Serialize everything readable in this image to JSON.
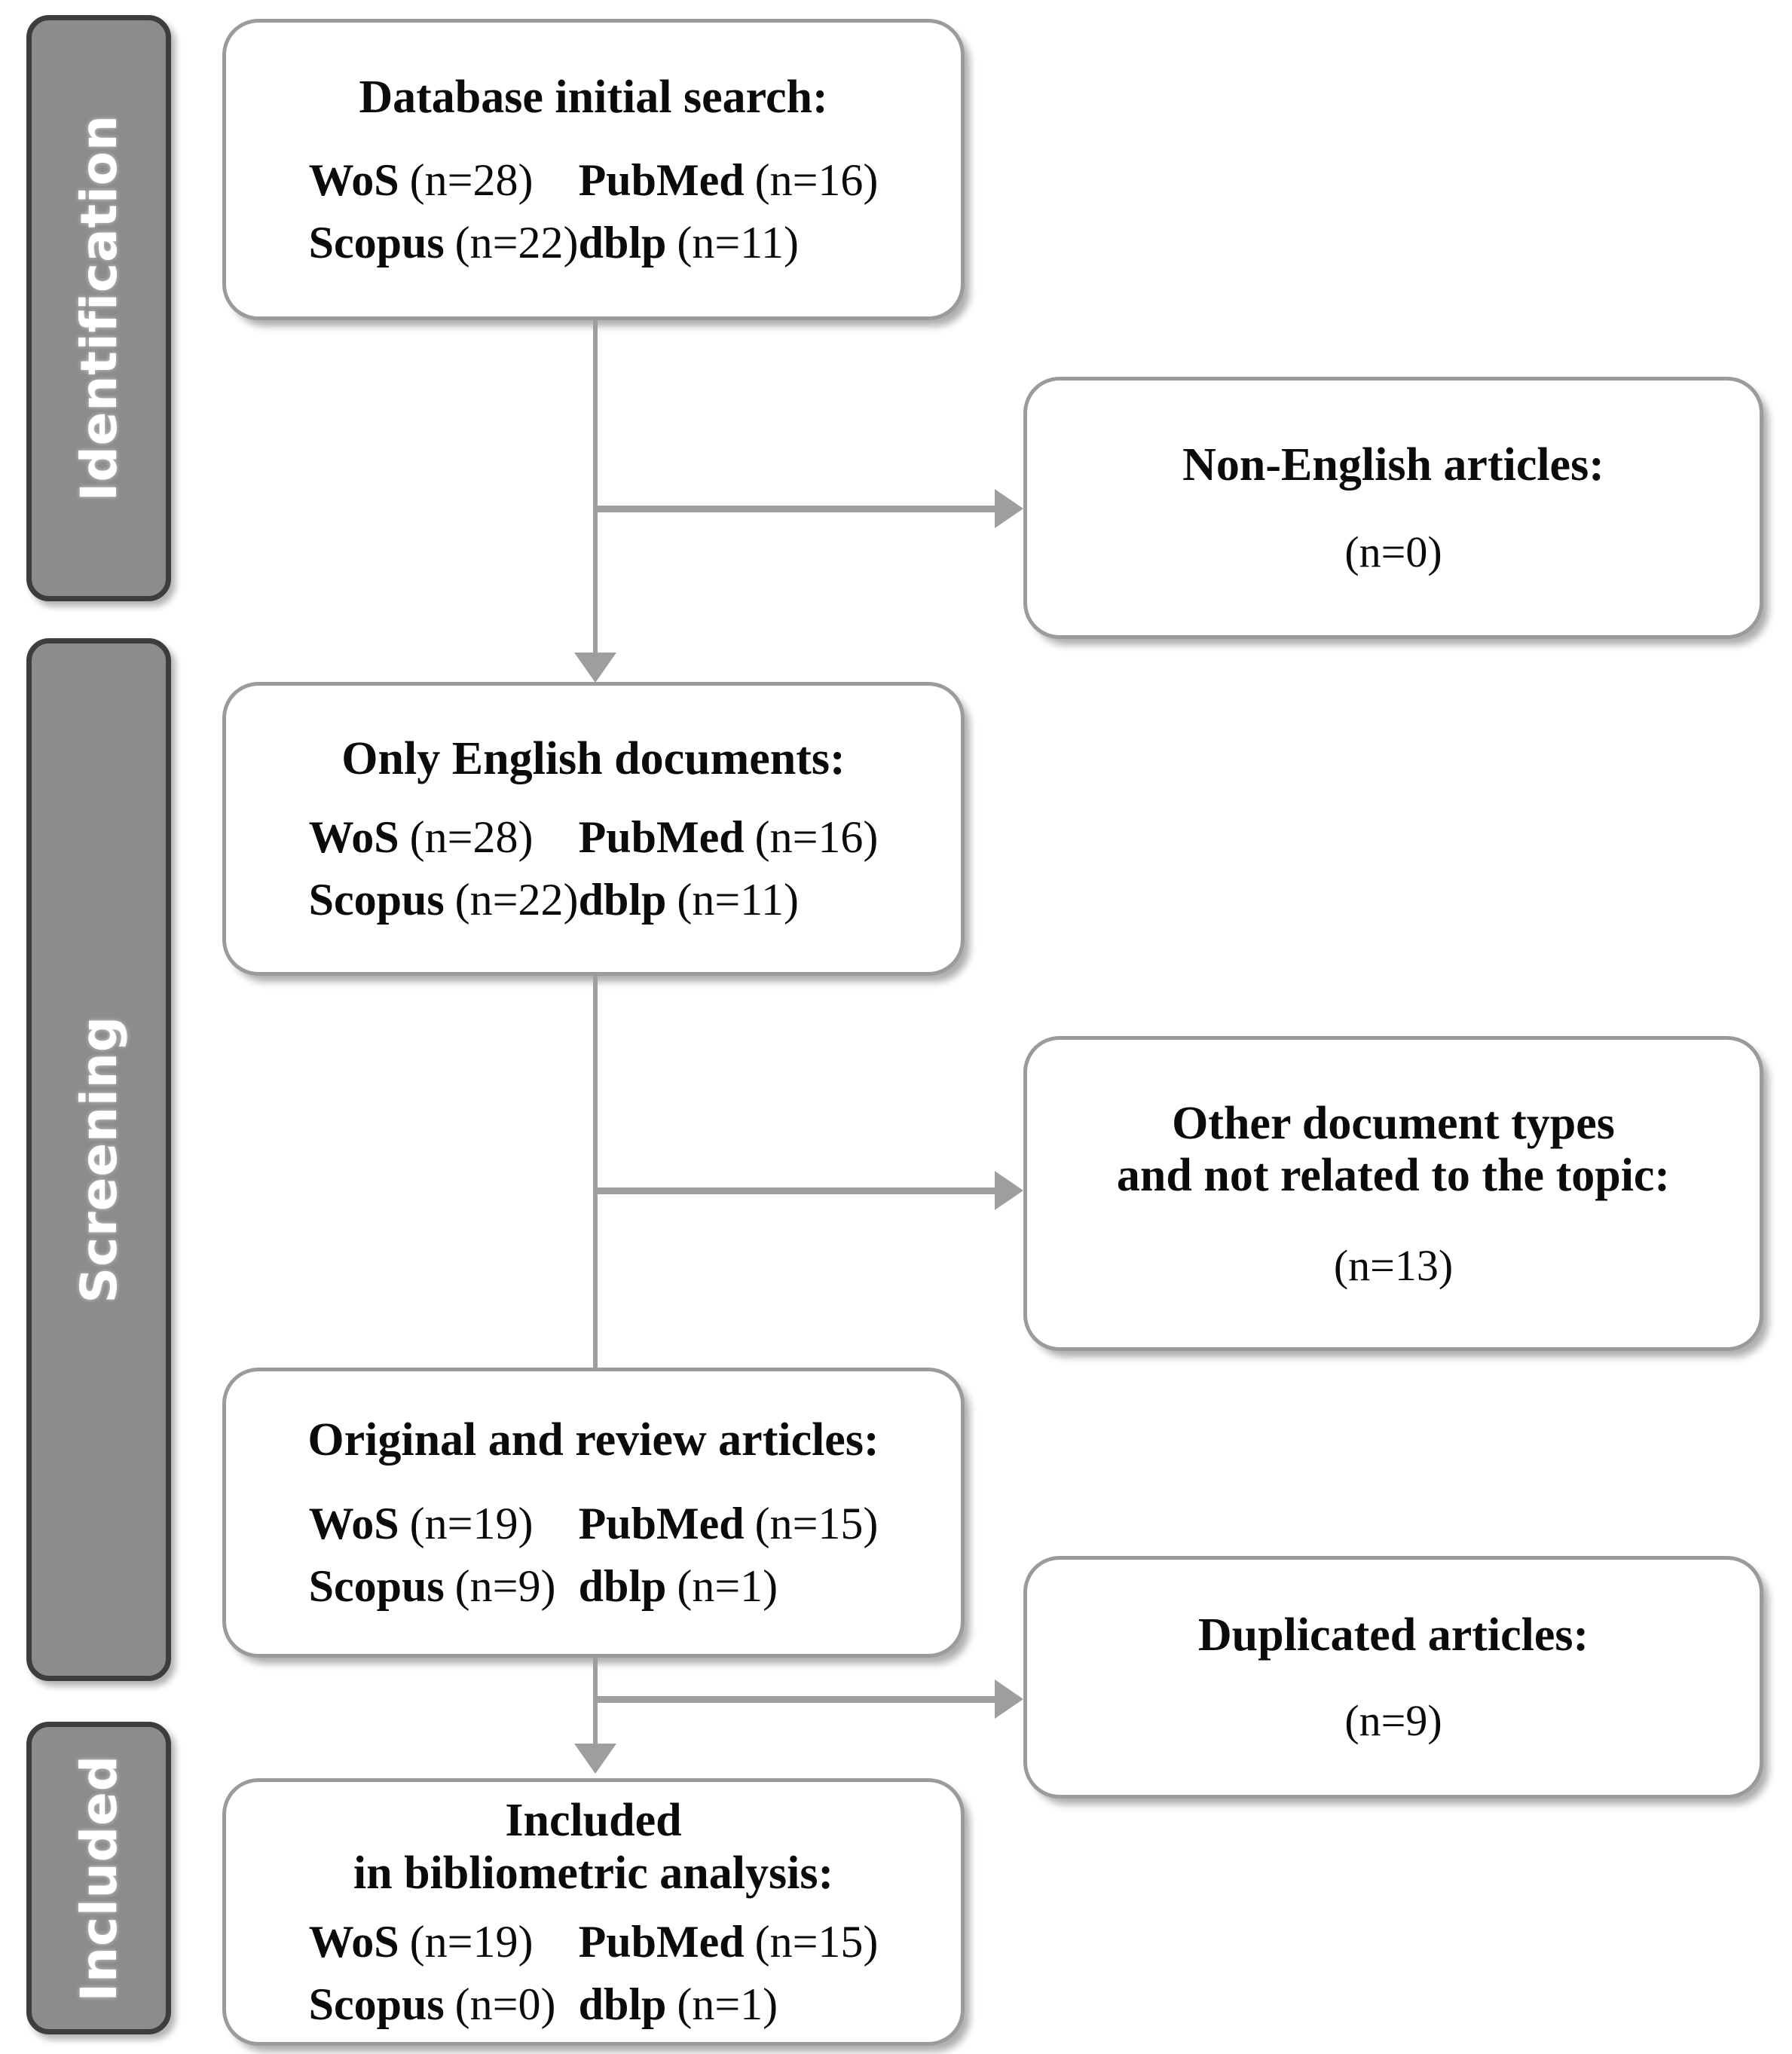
{
  "diagram": {
    "type": "prisma-flow-diagram",
    "line_color": "#9e9e9e",
    "box_border_color": "#9b9b9b",
    "stage_fill_color": "#8c8c8c",
    "stage_border_color": "#3d3d3d",
    "stage_text_color": "#ffffff"
  },
  "stages": [
    {
      "id": "identification",
      "label": "Identification"
    },
    {
      "id": "screening",
      "label": "Screening"
    },
    {
      "id": "included",
      "label": "Included"
    }
  ],
  "boxes": {
    "initial_search": {
      "title": "Database initial search:",
      "sources": [
        {
          "name": "WoS",
          "count": "(n=28)"
        },
        {
          "name": "PubMed",
          "count": "(n=16)"
        },
        {
          "name": "Scopus",
          "count": "(n=22)"
        },
        {
          "name": "dblp",
          "count": "(n=11)"
        }
      ]
    },
    "non_english": {
      "title": "Non-English articles:",
      "count": "(n=0)"
    },
    "english_docs": {
      "title": "Only English documents:",
      "sources": [
        {
          "name": "WoS",
          "count": "(n=28)"
        },
        {
          "name": "PubMed",
          "count": "(n=16)"
        },
        {
          "name": "Scopus",
          "count": "(n=22)"
        },
        {
          "name": "dblp",
          "count": "(n=11)"
        }
      ]
    },
    "other_types": {
      "title_line1": "Other document types",
      "title_line2": "and not related to the topic:",
      "count": "(n=13)"
    },
    "original_review": {
      "title": "Original and review articles:",
      "sources": [
        {
          "name": "WoS",
          "count": "(n=19)"
        },
        {
          "name": "PubMed",
          "count": "(n=15)"
        },
        {
          "name": "Scopus",
          "count": "(n=9)"
        },
        {
          "name": "dblp",
          "count": "(n=1)"
        }
      ]
    },
    "duplicated": {
      "title": "Duplicated articles:",
      "count": "(n=9)"
    },
    "included": {
      "title_line1": "Included",
      "title_line2": "in bibliometric analysis:",
      "sources": [
        {
          "name": "WoS",
          "count": "(n=19)"
        },
        {
          "name": "PubMed",
          "count": "(n=15)"
        },
        {
          "name": "Scopus",
          "count": "(n=0)"
        },
        {
          "name": "dblp",
          "count": "(n=1)"
        }
      ]
    }
  }
}
